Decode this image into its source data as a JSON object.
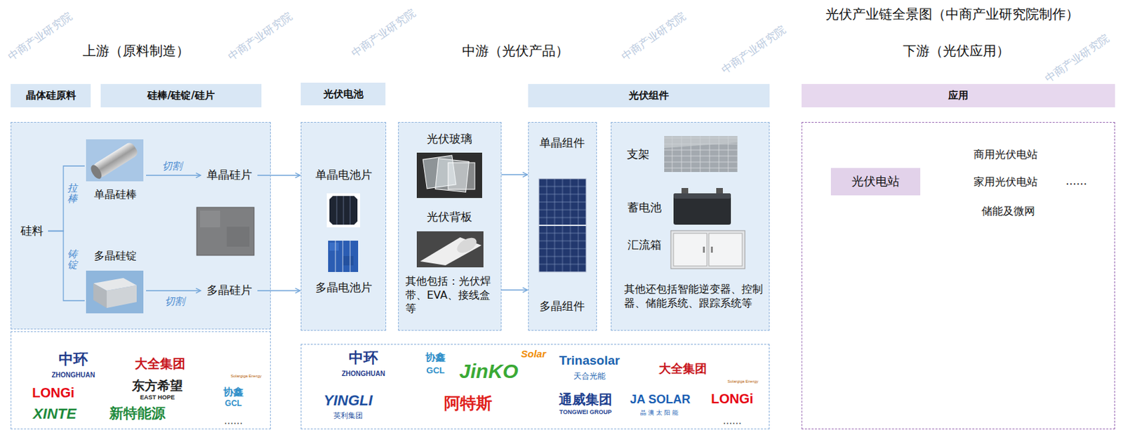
{
  "diagram": {
    "title": "光伏产业链全景图（中商产业研究院制作）",
    "nodes": [
      {
        "text": [
          "晶体硅原料"
        ]
      },
      {
        "text": [
          "硅棒/硅锭/硅片"
        ]
      },
      {
        "text": [
          "光伏电池"
        ]
      },
      {
        "text": [
          "光伏组件"
        ]
      },
      {
        "text": [
          "应用"
        ]
      },
      {
        "text": []
      },
      {
        "text": [
          "硅料"
        ],
        "in": 5
      },
      {
        "text": [
          "单晶硅棒"
        ],
        "in": 5
      },
      {
        "text": [
          "多晶硅锭"
        ],
        "in": 5
      },
      {
        "text": [
          "单晶硅片"
        ],
        "in": 5
      },
      {
        "text": [
          "多晶硅片"
        ],
        "in": 5
      },
      {
        "text": [
          "单晶电池片",
          "多晶电池片"
        ]
      },
      {
        "text": [
          "光伏玻璃",
          "光伏背板",
          "其他包括：光伏焊带、EVA、接线盒等"
        ]
      },
      {
        "text": [
          "单晶组件",
          "多晶组件"
        ]
      },
      {
        "text": [
          "支架",
          "蓄电池",
          "汇流箱",
          "其他还包括智能逆变器、控制器、储能系统、跟踪系统等"
        ]
      },
      {
        "text": [
          "……"
        ]
      },
      {
        "text": [
          "光伏电站"
        ],
        "in": 15
      },
      {
        "text": [
          "商用光伏电站"
        ],
        "in": 15
      },
      {
        "text": [
          "家用光伏电站"
        ],
        "in": 15
      },
      {
        "text": [
          "储能及微网"
        ],
        "in": 15
      },
      {
        "text": [
          "中环",
          "ZHONGHUAN",
          "大全集团",
          "S",
          "Solargiga Energy",
          "LONGi",
          "东方希望",
          "EAST HOPE",
          "协鑫",
          "GCL",
          "XINTE",
          "新特能源",
          "……"
        ]
      },
      {
        "text": [
          "中环",
          "ZHONGHUAN",
          "协鑫",
          "GCL",
          "JinKO",
          "Solar",
          "Trinasolar",
          "天合光能",
          "大全集团",
          "S",
          "Solargiga Energy",
          "YINGLI",
          "英利集团",
          "阿特斯",
          "通威集团",
          "TONGWEI GROUP",
          "JA SOLAR",
          "晶澳太阳能",
          "LONGi",
          "……"
        ]
      }
    ],
    "edges": [
      {
        "from": 6,
        "to": 7,
        "arrow": "none",
        "label": "拉棒"
      },
      {
        "from": 6,
        "to": 8,
        "arrow": "none",
        "label": "铸锭"
      },
      {
        "from": 7,
        "to": 9,
        "arrow": "to",
        "label": "切割"
      },
      {
        "from": 8,
        "to": 10,
        "arrow": "to",
        "label": "切割"
      },
      {
        "from": 9,
        "to": 11,
        "arrow": "to"
      },
      {
        "from": 10,
        "to": 11,
        "arrow": "to"
      },
      {
        "from": 12,
        "to": 13,
        "arrow": "to"
      },
      {
        "from": 12,
        "to": 13,
        "arrow": "to"
      },
      {
        "from": 16,
        "to": 17,
        "arrow": "none"
      },
      {
        "from": 16,
        "to": 18,
        "arrow": "none"
      },
      {
        "from": 16,
        "to": 19,
        "arrow": "none"
      }
    ],
    "labels": [
      "上游（原料制造）",
      "中游（光伏产品）",
      "下游（光伏应用）",
      "中商产业研究院",
      "中商产业研究院",
      "中商产业研究院",
      "中商产业研究院",
      "中商产业研究院",
      "中商产业研究院"
    ]
  }
}
